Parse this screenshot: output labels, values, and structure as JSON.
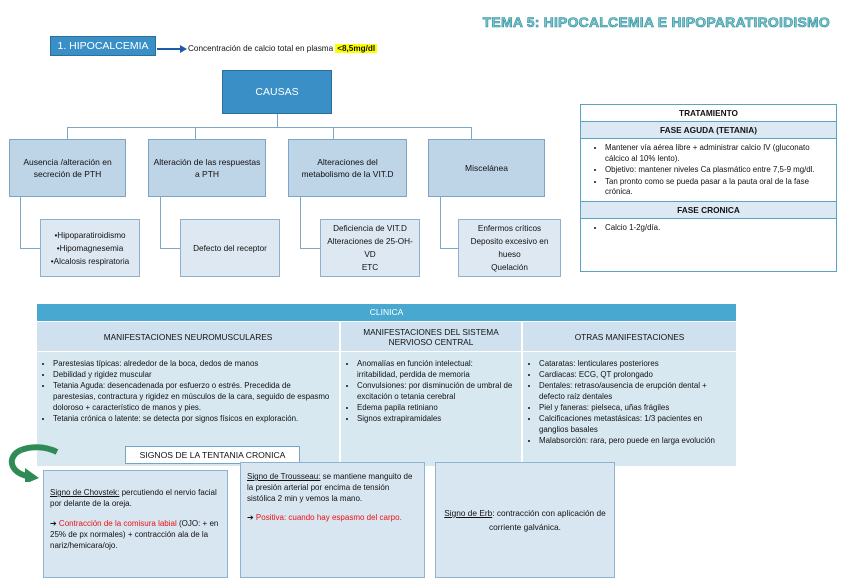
{
  "title": "TEMA 5: HIPOCALCEMIA E HIPOPARATIROIDISMO",
  "section1": "1. HIPOCALCEMIA",
  "definition": {
    "text": "Concentración de calcio total en plasma",
    "value": "<8,5mg/dl"
  },
  "causes_root": "CAUSAS",
  "causes": [
    {
      "label": "Ausencia /alteración en secreción de PTH",
      "items": [
        "•Hipoparatiroidismo",
        "•Hipomagnesemia",
        "•Alcalosis respiratoria"
      ]
    },
    {
      "label": "Alteración de las respuestas a PTH",
      "items": [
        "Defecto del receptor"
      ]
    },
    {
      "label": "Alteraciones del metabolismo de la VIT.D",
      "items": [
        "Deficiencia de VIT.D",
        "Alteraciones de 25-OH-VD",
        "ETC"
      ]
    },
    {
      "label": "Miscelánea",
      "items": [
        "Enfermos críticos",
        "Deposito excesivo en hueso",
        "Quelación"
      ]
    }
  ],
  "treatment": {
    "header": "TRATAMIENTO",
    "acute_header": "FASE AGUDA (TETANIA)",
    "acute_items": [
      "Mantener vía aérea libre + administrar calcio IV (gluconato cálcico al 10% lento).",
      "Objetivo: mantener niveles Ca plasmático entre 7,5-9 mg/dl.",
      "Tan pronto como se pueda pasar a la pauta oral de la fase crónica."
    ],
    "chronic_header": "FASE CRONICA",
    "chronic_items": [
      "Calcio 1-2g/día."
    ]
  },
  "clinica": {
    "header": "CLINICA",
    "columns": [
      {
        "title": "MANIFESTACIONES NEUROMUSCULARES",
        "items": [
          "Parestesias típicas: alrededor de la boca, dedos de manos",
          "Debilidad y rigidez muscular",
          "Tetania Aguda: desencadenada por esfuerzo o estrés. Precedida de parestesias, contractura y rigidez en músculos de la cara, seguido de espasmo doloroso + característico de manos y pies.",
          "Tetania crónica o latente: se detecta por signos físicos en exploración."
        ]
      },
      {
        "title": "MANIFESTACIONES DEL SISTEMA NERVIOSO CENTRAL",
        "items": [
          "Anomalías en función intelectual: irritabilidad, perdida de memoria",
          "Convulsiones: por disminución de umbral de excitación o tetania cerebral",
          "Edema papila retiniano",
          "Signos extrapiramidales"
        ]
      },
      {
        "title": "OTRAS MANIFESTACIONES",
        "items": [
          "Cataratas: lenticulares posteriores",
          "Cardiacas: ECG, QT prolongado",
          "Dentales: retraso/ausencia de erupción dental + defecto raíz dentales",
          "Piel y faneras: pielseca, uñas frágiles",
          "Calcificaciones metastásicas: 1/3 pacientes en ganglios basales",
          "Malabsorción: rara, pero puede en larga evolución"
        ]
      }
    ]
  },
  "signs": {
    "header": "SIGNOS DE LA TENTANIA CRONICA",
    "chvostek": {
      "name": "Signo de Chovstek:",
      "desc": " percutiendo el nervio facial por delante de la oreja.",
      "arrow": "➔",
      "red": " Contracción de la comisura labial",
      "rest": " (OJO: + en 25% de px normales) + contracción ala de la nariz/hemicara/ojo."
    },
    "trousseau": {
      "name": "Signo de Trousseau:",
      "desc": " se mantiene manguito de la presión arterial por encima de tensión sistólica 2 min y vemos la mano.",
      "arrow": "➔",
      "red": " Positiva: cuando hay espasmo del carpo."
    },
    "erb": {
      "name": "Signo de Erb",
      "desc": ": contracción con aplicación de corriente galvánica."
    }
  },
  "colors": {
    "accent": "#3b8fc7",
    "title": "#7ec6cf",
    "highlight": "#ffff00",
    "positive": "#e11111"
  }
}
